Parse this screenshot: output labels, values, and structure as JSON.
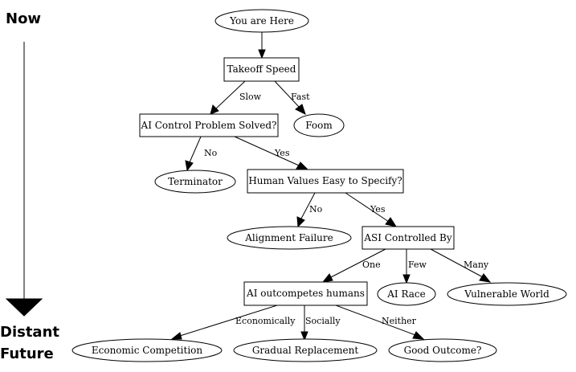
{
  "timeline": {
    "top_label": "Now",
    "bottom_label_line1": "Distant",
    "bottom_label_line2": "Future"
  },
  "nodes": {
    "you_are_here": "You are Here",
    "takeoff_speed": "Takeoff Speed",
    "control_solved": "AI Control Problem Solved?",
    "foom": "Foom",
    "terminator": "Terminator",
    "values_easy": "Human Values Easy to Specify?",
    "alignment_failure": "Alignment Failure",
    "asi_controlled": "ASI Controlled By",
    "ai_outcompetes": "AI outcompetes humans",
    "ai_race": "AI Race",
    "vulnerable_world": "Vulnerable World",
    "economic_competition": "Economic Competition",
    "gradual_replacement": "Gradual Replacement",
    "good_outcome": "Good Outcome?"
  },
  "edges": {
    "slow": "Slow",
    "fast": "Fast",
    "no1": "No",
    "yes1": "Yes",
    "no2": "No",
    "yes2": "Yes",
    "one": "One",
    "few": "Few",
    "many": "Many",
    "economically": "Economically",
    "socially": "Socially",
    "neither": "Neither"
  }
}
